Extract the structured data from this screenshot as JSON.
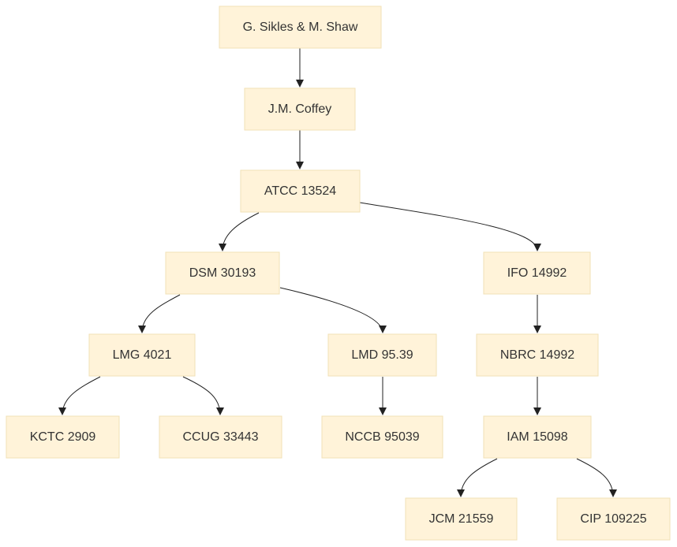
{
  "colors": {
    "node_fill": "#fff3d9",
    "node_border": "#f2e0b6",
    "text": "#333333",
    "edge": "#222222"
  },
  "nodes": [
    {
      "id": "n0",
      "label": "G. Sikles & M. Shaw"
    },
    {
      "id": "n1",
      "label": "J.M. Coffey"
    },
    {
      "id": "n2",
      "label": "ATCC 13524"
    },
    {
      "id": "n3",
      "label": "DSM 30193"
    },
    {
      "id": "n4",
      "label": "IFO 14992"
    },
    {
      "id": "n5",
      "label": "LMG 4021"
    },
    {
      "id": "n6",
      "label": "LMD 95.39"
    },
    {
      "id": "n7",
      "label": "NBRC 14992"
    },
    {
      "id": "n8",
      "label": "KCTC 2909"
    },
    {
      "id": "n9",
      "label": "CCUG 33443"
    },
    {
      "id": "n10",
      "label": "NCCB 95039"
    },
    {
      "id": "n11",
      "label": "IAM 15098"
    },
    {
      "id": "n12",
      "label": "JCM 21559"
    },
    {
      "id": "n13",
      "label": "CIP 109225"
    }
  ],
  "edges": [
    {
      "from": "n0",
      "to": "n1"
    },
    {
      "from": "n1",
      "to": "n2"
    },
    {
      "from": "n2",
      "to": "n3"
    },
    {
      "from": "n2",
      "to": "n4"
    },
    {
      "from": "n3",
      "to": "n5"
    },
    {
      "from": "n3",
      "to": "n6"
    },
    {
      "from": "n4",
      "to": "n7"
    },
    {
      "from": "n5",
      "to": "n8"
    },
    {
      "from": "n5",
      "to": "n9"
    },
    {
      "from": "n6",
      "to": "n10"
    },
    {
      "from": "n7",
      "to": "n11"
    },
    {
      "from": "n11",
      "to": "n12"
    },
    {
      "from": "n11",
      "to": "n13"
    }
  ]
}
